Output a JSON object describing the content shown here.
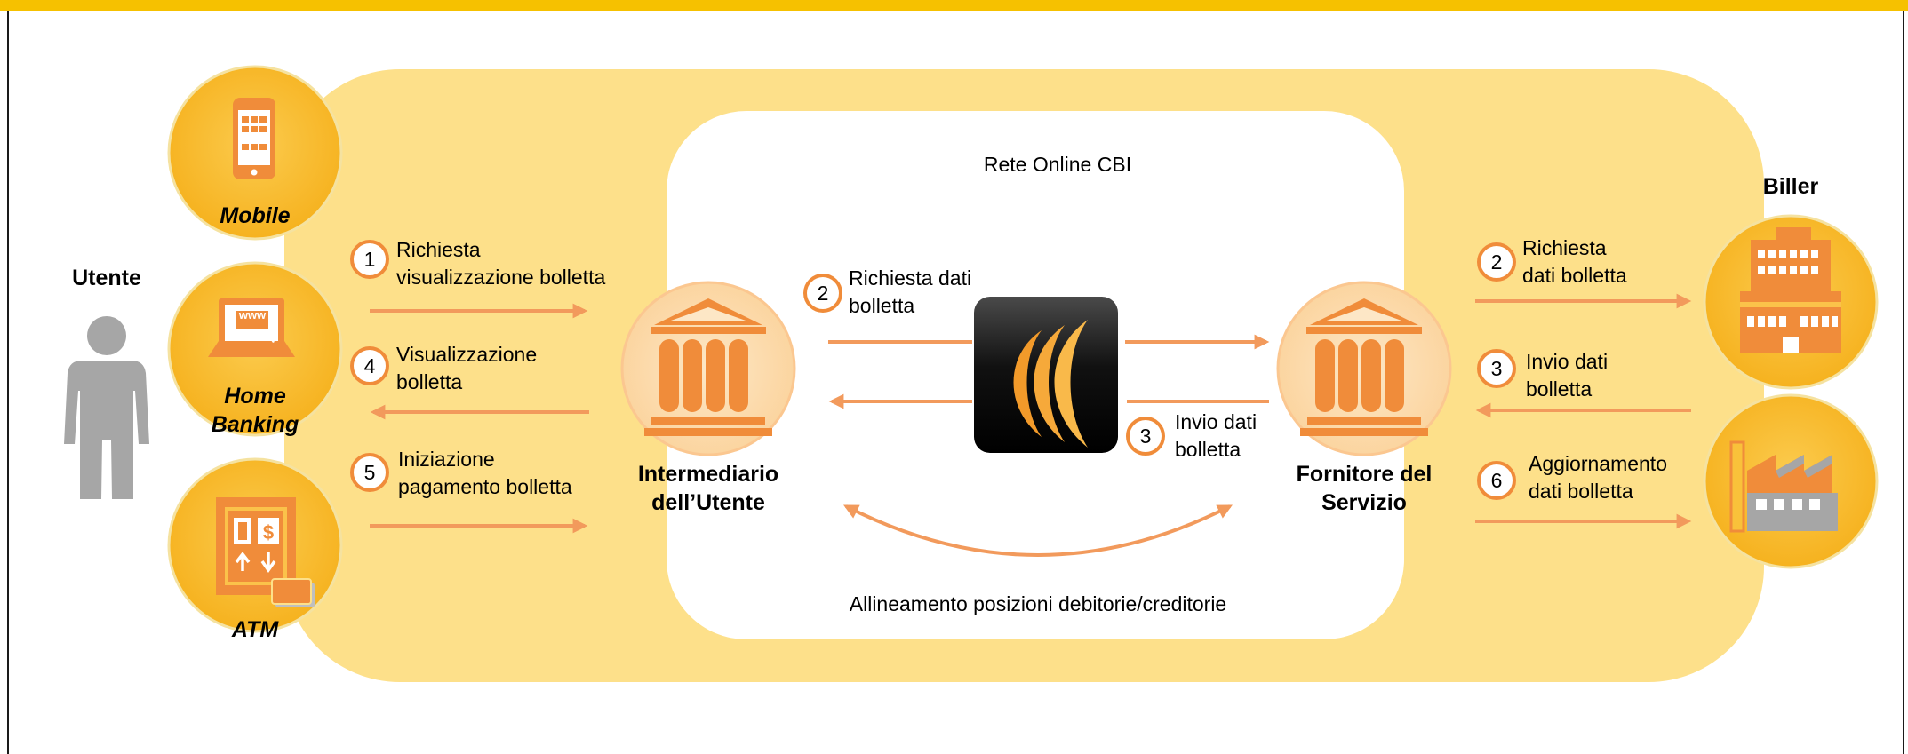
{
  "actors": {
    "utente": "Utente",
    "biller": "Biller",
    "intermediario_line1": "Intermediario",
    "intermediario_line2": "dell’Utente",
    "fornitore_line1": "Fornitore del",
    "fornitore_line2": "Servizio"
  },
  "channels": {
    "mobile": "Mobile",
    "home_banking_line1": "Home",
    "home_banking_line2": "Banking",
    "atm": "ATM"
  },
  "network": {
    "title": "Rete Online CBI",
    "alignment": "Allineamento posizioni debitorie/creditorie"
  },
  "steps_left": [
    {
      "num": "1",
      "line1": "Richiesta",
      "line2": "visualizzazione bolletta"
    },
    {
      "num": "4",
      "line1": "Visualizzazione",
      "line2": "bolletta"
    },
    {
      "num": "5",
      "line1": "Iniziazione",
      "line2": "pagamento bolletta"
    }
  ],
  "steps_center": [
    {
      "num": "2",
      "line1": "Richiesta dati",
      "line2": "bolletta"
    },
    {
      "num": "3",
      "line1": "Invio dati",
      "line2": "bolletta"
    }
  ],
  "steps_right": [
    {
      "num": "2",
      "line1": "Richiesta",
      "line2": "dati bolletta"
    },
    {
      "num": "3",
      "line1": "Invio dati",
      "line2": "bolletta"
    },
    {
      "num": "6",
      "line1": "Aggiornamento",
      "line2": "dati bolletta"
    }
  ],
  "icons": {
    "www": "www"
  },
  "colors": {
    "accent_orange": "#f08c3a",
    "arrow_orange": "#f29a5c",
    "circle_yellow": "#f9c13a",
    "panel_yellow": "#fde08a",
    "top_bar": "#f6c100",
    "person_gray": "#a6a6a6"
  }
}
